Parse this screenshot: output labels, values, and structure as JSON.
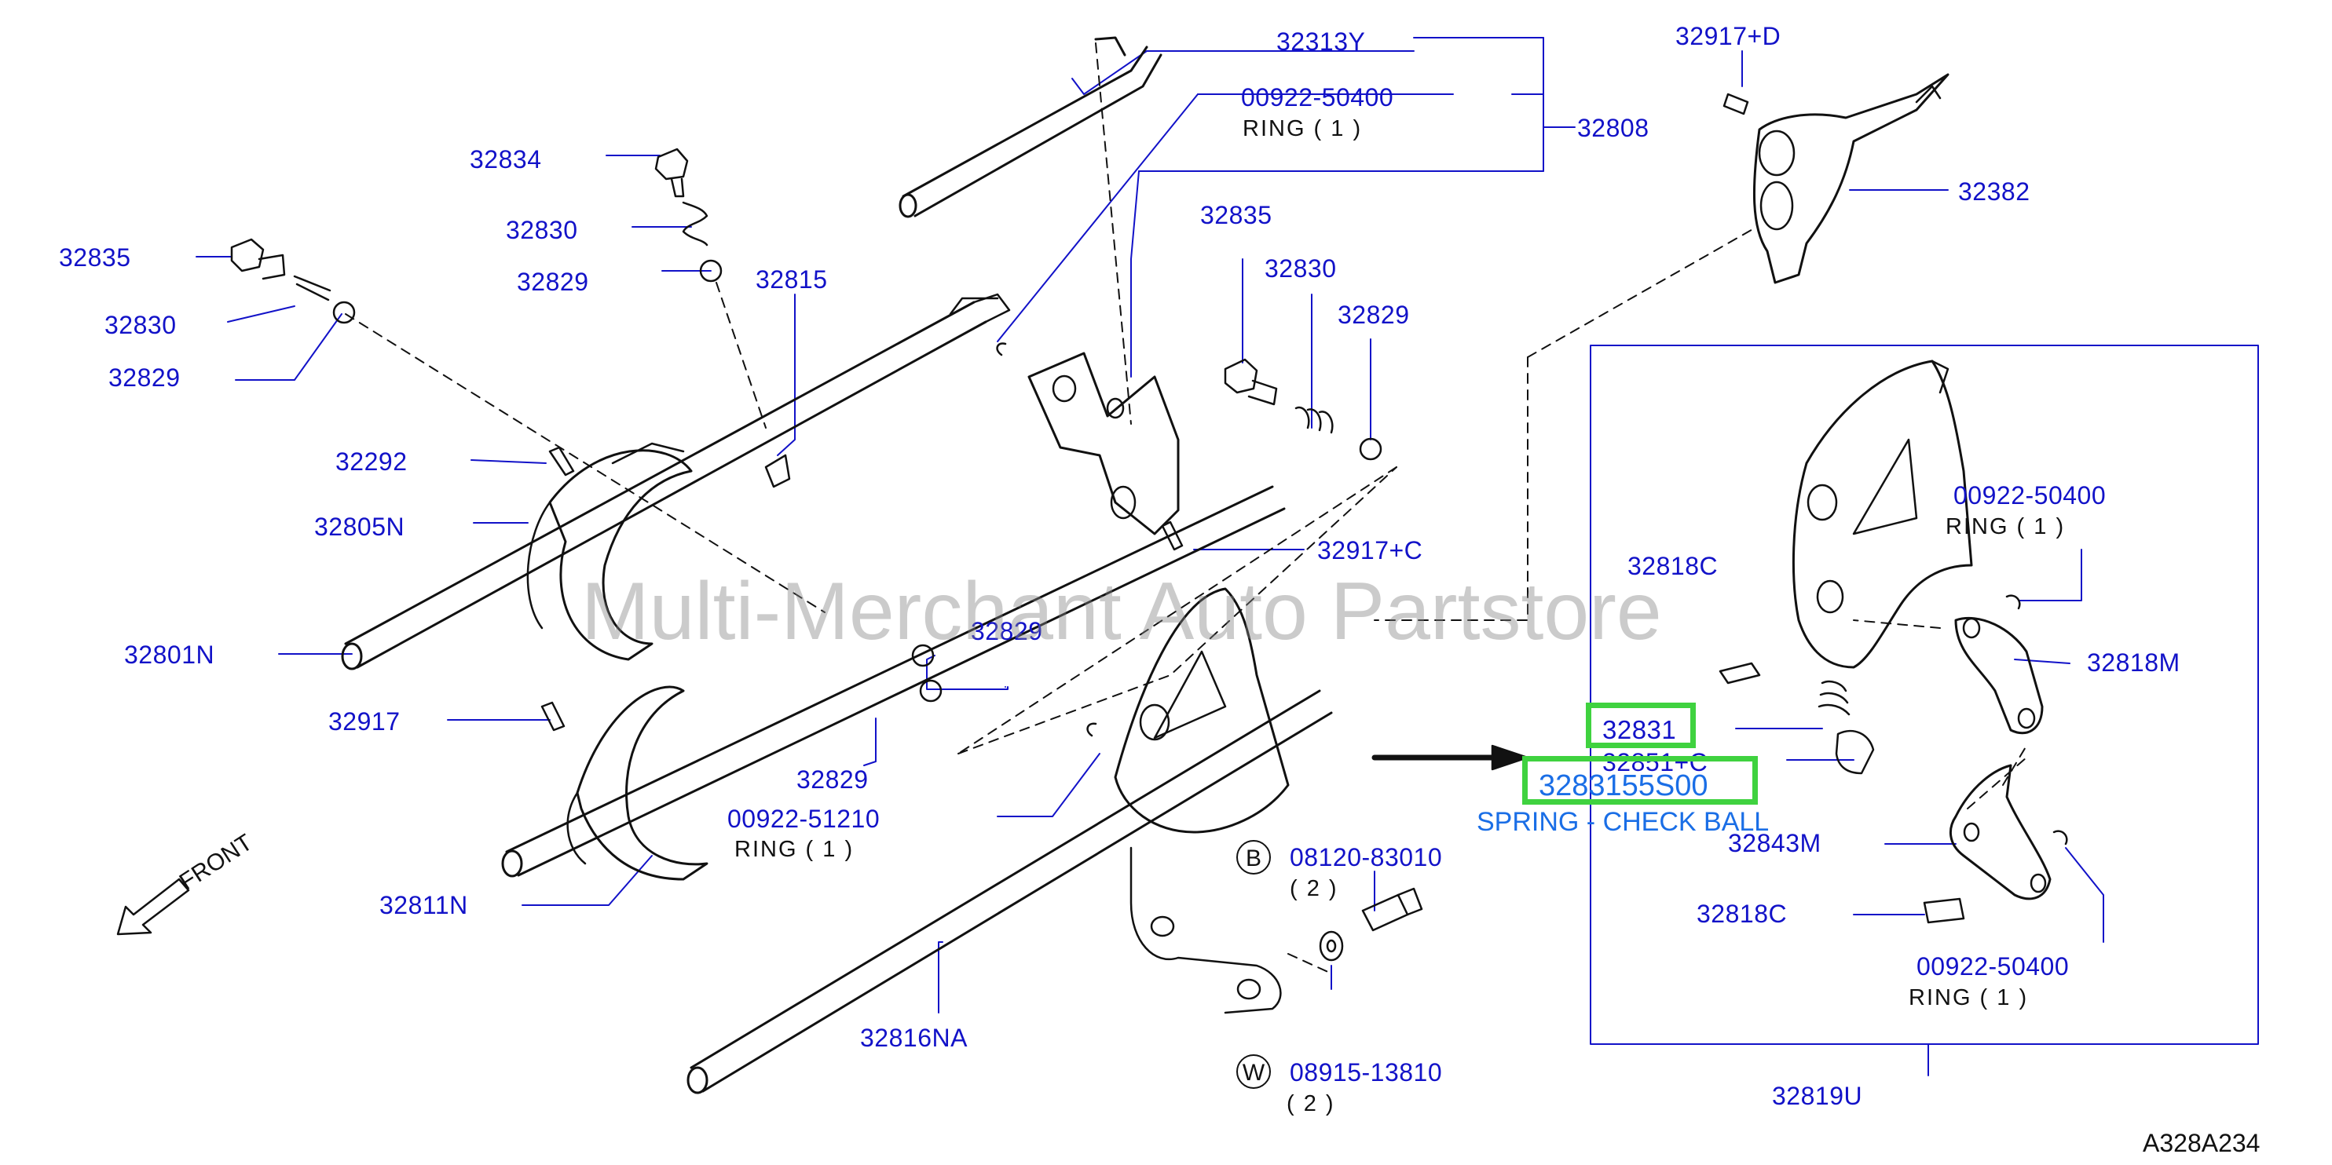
{
  "labels": {
    "p32313Y": "32313Y",
    "p00922_50400_top": "00922-50400",
    "ring_top": "RING ( 1 )",
    "p32808": "32808",
    "p32917D": "32917+D",
    "p32382": "32382",
    "p32834": "32834",
    "p32830_a": "32830",
    "p32829_a": "32829",
    "p32835_left": "32835",
    "p32830_left": "32830",
    "p32829_left": "32829",
    "p32815": "32815",
    "p32835_mid": "32835",
    "p32830_mid": "32830",
    "p32829_mid": "32829",
    "p32292": "32292",
    "p32805N": "32805N",
    "p32917C": "32917+C",
    "p32801N": "32801N",
    "p32829_c": "32829",
    "p32917": "32917",
    "p32829_d": "32829",
    "p00922_51210": "00922-51210",
    "ring_51210": "RING ( 1 )",
    "p32811N": "32811N",
    "p08120_83010": "08120-83010",
    "qty_b": "( 2 )",
    "p32816NA": "32816NA",
    "p08915_13810": "08915-13810",
    "qty_w": "( 2 )",
    "p00922_50400_box1": "00922-50400",
    "ring_box1": "RING ( 1 )",
    "p32818C_top": "32818C",
    "p32818M": "32818M",
    "p32831": "32831",
    "p32851C": "32851+C",
    "p32843M": "32843M",
    "p32818C_bot": "32818C",
    "p00922_50400_box2": "00922-50400",
    "ring_box2": "RING ( 1 )",
    "p32819U": "32819U"
  },
  "highlight": {
    "part_code": "32831",
    "full_part": "3283155S00",
    "description": "SPRING - CHECK BALL"
  },
  "markers": {
    "b": "B",
    "w": "W"
  },
  "front_label": "FRONT",
  "watermark": "Multi-Merchant Auto Partstore",
  "diagram_ref": "A328A234",
  "colors": {
    "label": "#1212c8",
    "highlight_border": "#3fd23f",
    "caption": "#1a6ee6",
    "line": "#111111"
  }
}
